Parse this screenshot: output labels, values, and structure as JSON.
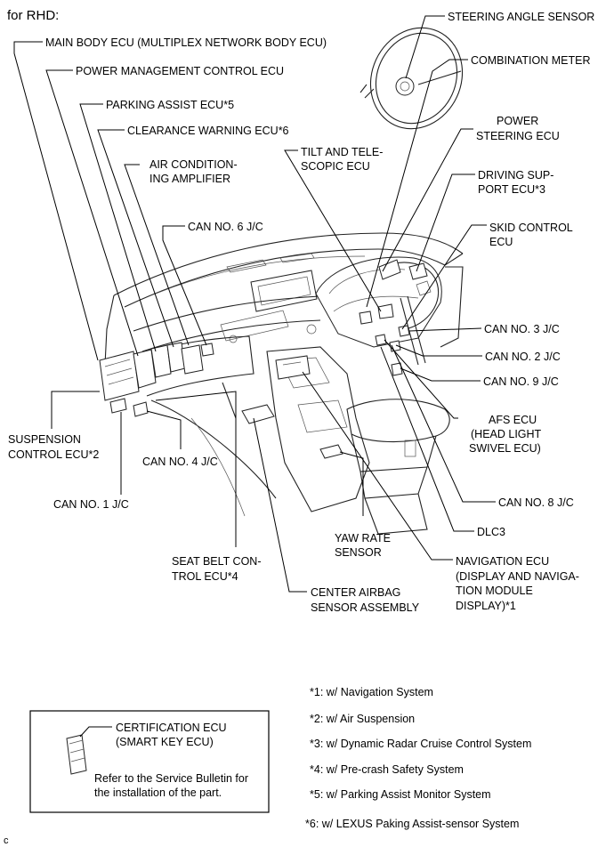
{
  "heading": "for RHD:",
  "labels": {
    "steering_angle_sensor": "STEERING ANGLE SENSOR",
    "main_body_ecu": "MAIN BODY ECU (MULTIPLEX NETWORK BODY ECU)",
    "combination_meter": "COMBINATION METER",
    "power_management_ecu": "POWER MANAGEMENT CONTROL ECU",
    "parking_assist_ecu": "PARKING ASSIST ECU*5",
    "power_steering_ecu": [
      "POWER",
      "STEERING ECU"
    ],
    "clearance_warning_ecu": "CLEARANCE WARNING ECU*6",
    "tilt_telescopic_ecu": [
      "TILT AND TELE-",
      "SCOPIC ECU"
    ],
    "air_conditioning_amplifier": [
      "AIR CONDITION-",
      "ING AMPLIFIER"
    ],
    "driving_support_ecu": [
      "DRIVING SUP-",
      "PORT ECU*3"
    ],
    "can_no6": "CAN NO. 6 J/C",
    "skid_control_ecu": [
      "SKID CONTROL",
      "ECU"
    ],
    "can_no3": "CAN NO. 3 J/C",
    "can_no2": "CAN NO. 2 J/C",
    "can_no9": "CAN NO. 9 J/C",
    "suspension_control_ecu": [
      "SUSPENSION",
      "CONTROL ECU*2"
    ],
    "afs_ecu": [
      "AFS ECU",
      "(HEAD LIGHT",
      "SWIVEL ECU)"
    ],
    "can_no4": "CAN NO. 4 J/C",
    "can_no1": "CAN NO. 1 J/C",
    "can_no8": "CAN NO. 8 J/C",
    "dlc3": "DLC3",
    "yaw_rate_sensor": [
      "YAW RATE",
      "SENSOR"
    ],
    "seat_belt_control_ecu": [
      "SEAT BELT CON-",
      "TROL ECU*4"
    ],
    "navigation_ecu": [
      "NAVIGATION ECU",
      "(DISPLAY AND NAVIGA-",
      "TION MODULE",
      "DISPLAY)*1"
    ],
    "center_airbag_sensor": [
      "CENTER AIRBAG",
      "SENSOR ASSEMBLY"
    ]
  },
  "footnotes": [
    "*1: w/ Navigation System",
    "*2: w/ Air Suspension",
    "*3: w/ Dynamic Radar Cruise Control System",
    "*4: w/ Pre-crash Safety System",
    "*5: w/ Parking Assist Monitor System",
    "*6: w/ LEXUS Paking Assist-sensor System"
  ],
  "certification_box": {
    "title": [
      "CERTIFICATION ECU",
      "(SMART KEY ECU)"
    ],
    "note": [
      "Refer to the Service Bulletin for",
      "the installation of the part."
    ]
  },
  "corner_mark": "c"
}
